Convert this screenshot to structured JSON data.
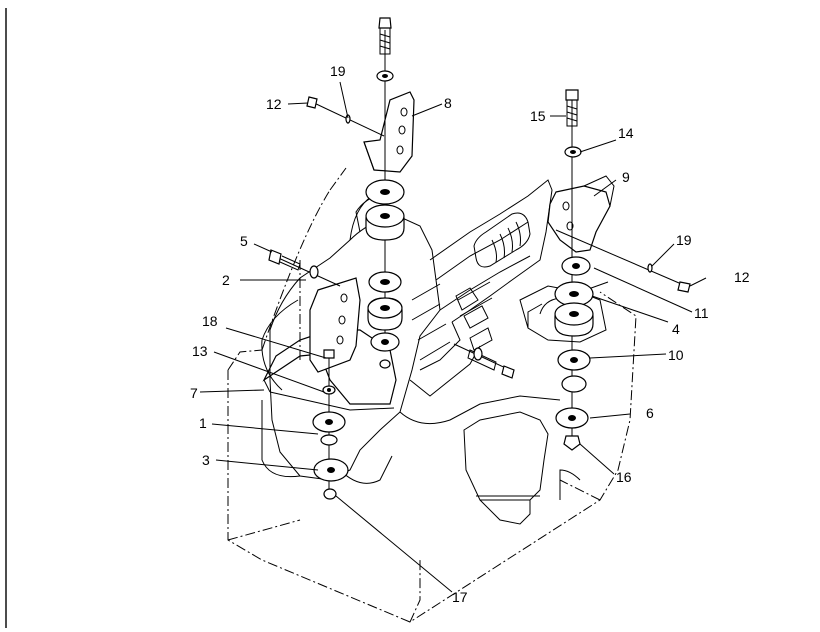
{
  "callouts": {
    "c1": "1",
    "c2": "2",
    "c3": "3",
    "c4": "4",
    "c5": "5",
    "c6": "6",
    "c7": "7",
    "c8": "8",
    "c9": "9",
    "c10": "10",
    "c11": "11",
    "c12a": "12",
    "c12b": "12",
    "c13": "13",
    "c14": "14",
    "c15": "15",
    "c16": "16",
    "c17": "17",
    "c18": "18",
    "c19a": "19",
    "c19b": "19"
  }
}
